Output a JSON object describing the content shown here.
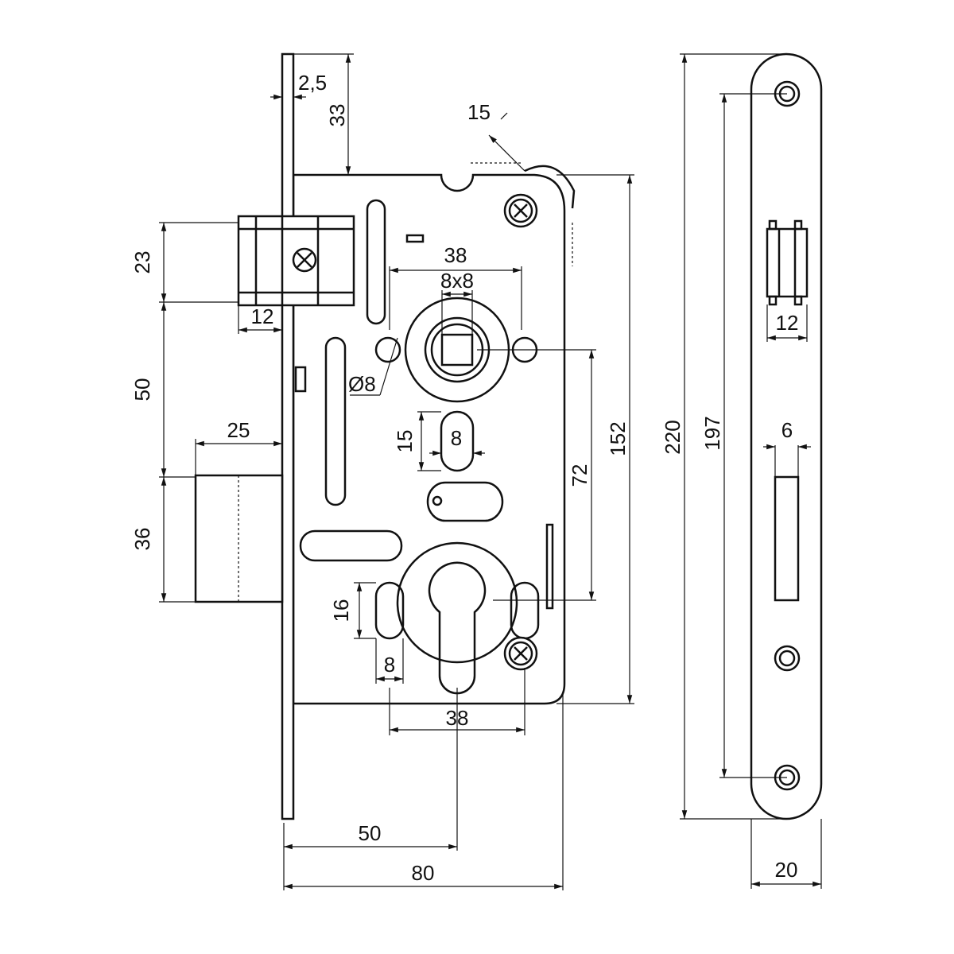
{
  "title": "Mortise lock dimensional drawing",
  "dimensions": {
    "faceplate_thickness": "2,5",
    "top_offset": "33",
    "lever_angle": "15",
    "spindle_hole_spacing": "38",
    "spindle_square": "8x8",
    "latch_height": "23",
    "latch_projection": "12",
    "latch_to_bolt": "50",
    "hole_diameter": "Ø8",
    "bolt_projection": "25",
    "slot_height": "15",
    "slot_width": "8",
    "center_distance": "72",
    "body_height": "152",
    "bolt_height": "36",
    "cyl_hole_height": "16",
    "cyl_hole_width": "8",
    "cyl_hole_spacing": "38",
    "backset": "50",
    "body_depth": "80",
    "strike_length": "220",
    "strike_screw_spacing": "197",
    "strike_latch_width": "12",
    "strike_bolt_width": "6",
    "strike_width": "20"
  }
}
